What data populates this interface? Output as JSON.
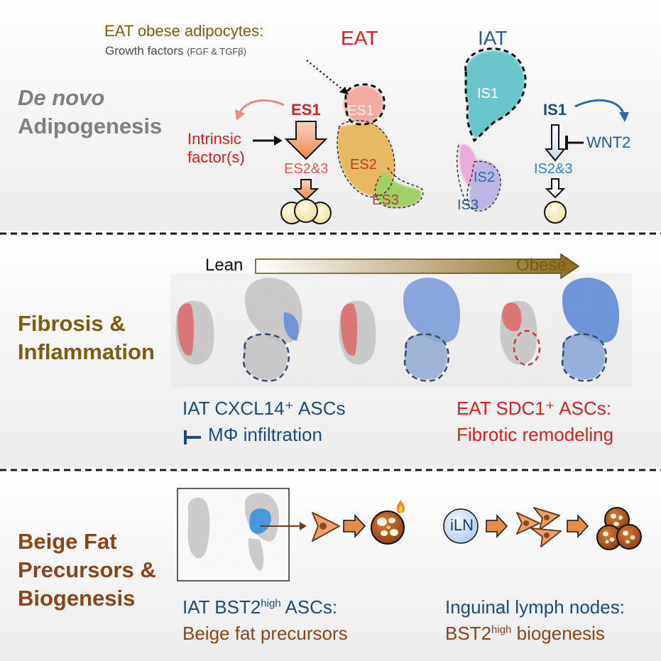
{
  "top": {
    "section_label_1": "De novo",
    "section_label_2": "Adipogenesis",
    "eat_callout_title": "EAT obese adipocytes:",
    "eat_callout_sub": "Growth factors",
    "eat_callout_sub_small": "(FGF & TGFβ)",
    "eat_label": "EAT",
    "iat_label": "IAT",
    "es1": "ES1",
    "es2": "ES2",
    "es3": "ES3",
    "is1": "IS1",
    "is2": "IS2",
    "is3": "IS3",
    "left_es1": "ES1",
    "intrinsic_1": "Intrinsic",
    "intrinsic_2": "factor(s)",
    "es23": "ES2&3",
    "right_is1": "IS1",
    "wnt2": "WNT2",
    "is23": "IS2&3"
  },
  "middle": {
    "section_label_1": "Fibrosis &",
    "section_label_2": "Inflammation",
    "lean": "Lean",
    "obese": "Obese",
    "iat_caption_1": "IAT CXCL14⁺ ASCs",
    "iat_caption_2": "MΦ infiltration",
    "eat_caption_1": "EAT SDC1⁺ ASCs:",
    "eat_caption_2": "Fibrotic remodeling"
  },
  "bottom": {
    "section_label_1": "Beige Fat",
    "section_label_2": "Precursors &",
    "section_label_3": "Biogenesis",
    "iln": "iLN",
    "left_caption_1a": "IAT BST2",
    "left_caption_1sup": "high",
    "left_caption_1b": " ASCs:",
    "left_caption_2": "Beige fat precursors",
    "right_caption_1": "Inguinal lymph nodes:",
    "right_caption_2a": "BST2",
    "right_caption_2sup": "high",
    "right_caption_2b": " biogenesis"
  },
  "colors": {
    "eat_red": "#d42020",
    "iat_blue": "#1e4a7a",
    "olive_section": "#7a5d12",
    "brown_section": "#8a4419",
    "gray_section": "#7f7f7f"
  }
}
